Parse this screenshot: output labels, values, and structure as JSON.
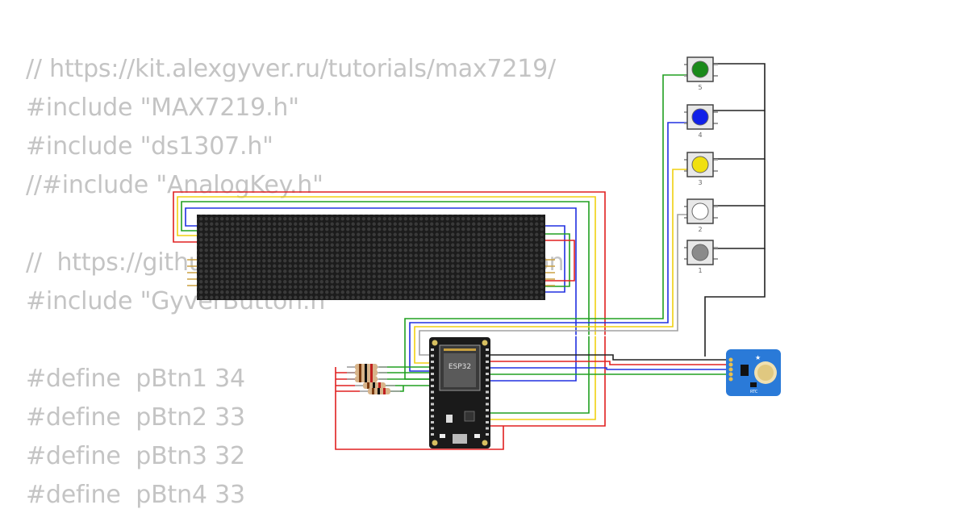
{
  "code_lines": [
    "// https://kit.alexgyver.ru/tutorials/max7219/",
    "#include \"MAX7219.h\"",
    "#include \"ds1307.h\"",
    "//#include \"AnalogKey.h\"",
    "",
    "//  https://github.com/GyverLibs/GyverButton",
    "#include \"GyverButton.h\"",
    "",
    "#define  pBtn1 34",
    "#define  pBtn2 33",
    "#define  pBtn3 32",
    "#define  pBtn4 33"
  ],
  "components": {
    "mcu_label": "ESP32",
    "rtc_label": "RTC",
    "buttons": [
      {
        "label": "5",
        "color": "#1a8a1a"
      },
      {
        "label": "4",
        "color": "#1020e8"
      },
      {
        "label": "3",
        "color": "#f0e010"
      },
      {
        "label": "2",
        "color": "#ffffff"
      },
      {
        "label": "1",
        "color": "#8a8a8a"
      }
    ]
  },
  "colors": {
    "code_text": "#c4c4c4",
    "matrix_bg": "#1c1c1c",
    "matrix_dot": "#3a3a3a",
    "wire_red": "#e02020",
    "wire_green": "#20a020",
    "wire_blue": "#2030e0",
    "wire_yellow": "#f0d010",
    "wire_black": "#222222",
    "wire_gray": "#a0a0a0",
    "esp32_board": "#1a1a1a",
    "rtc_board": "#2a7ad8"
  }
}
